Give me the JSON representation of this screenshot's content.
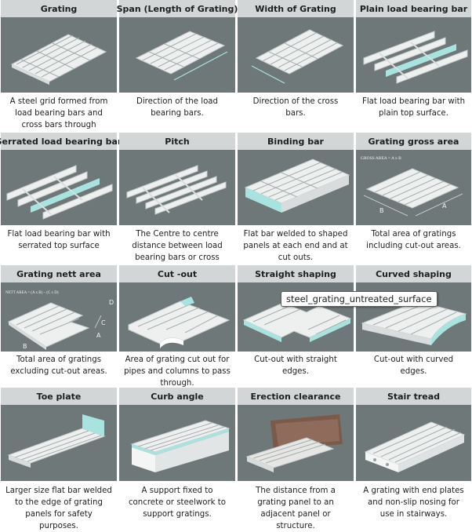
{
  "cells": [
    {
      "title": "Grating",
      "caption": "A steel grid formed from load bearing bars and cross bars through resistance welding."
    },
    {
      "title": "Span (Length of Grating)",
      "caption": "Direction of the load bearing bars."
    },
    {
      "title": "Width of Grating",
      "caption": "Direction of the cross bars."
    },
    {
      "title": "Plain load bearing bar",
      "caption": "Flat load bearing bar with plain top surface."
    },
    {
      "title": "Serrated load bearing bar",
      "caption": "Flat load bearing bar with serrated top surface"
    },
    {
      "title": "Pitch",
      "caption": "The Centre to centre distance between load bearing bars or cross bars."
    },
    {
      "title": "Binding bar",
      "caption": "Flat bar welded to shaped panels at each end and at cut outs."
    },
    {
      "title": "Grating gross area",
      "caption": "Total area of gratings including cut-out areas."
    },
    {
      "title": "Grating nett area",
      "caption": "Total area of gratings excluding cut-out areas."
    },
    {
      "title": "Cut -out",
      "caption": "Area of grating cut out for pipes and columns to pass through."
    },
    {
      "title": "Straight shaping",
      "caption": "Cut-out with straight edges."
    },
    {
      "title": "Curved shaping",
      "caption": "Cut-out with curved edges."
    },
    {
      "title": "Toe plate",
      "caption": "Larger size flat bar welded to the edge of grating panels for safety purposes."
    },
    {
      "title": "Curb angle",
      "caption": "A support fixed to concrete or steelwork to support gratings."
    },
    {
      "title": "Erection clearance",
      "caption": "The distance from a grating panel to an adjacent panel or structure."
    },
    {
      "title": "Stair tread",
      "caption": "A grating with end plates and non-slip nosing for use in stairways."
    }
  ],
  "diagram_labels": {
    "gross_formula": "GROSS AREA = A x B",
    "gross_a": "A",
    "gross_b": "B",
    "nett_formula": "NETT AREA = (A x B) – (C x D)",
    "nett_a": "A",
    "nett_b": "B",
    "nett_c": "C",
    "nett_d": "D"
  },
  "tooltip": "steel_grating_untreated_surface",
  "colors": {
    "header_bg": "#d2d6d6",
    "image_bg": "#6f7879",
    "grating": "#eef0f0",
    "accent_cyan": "#a9e3e0"
  }
}
